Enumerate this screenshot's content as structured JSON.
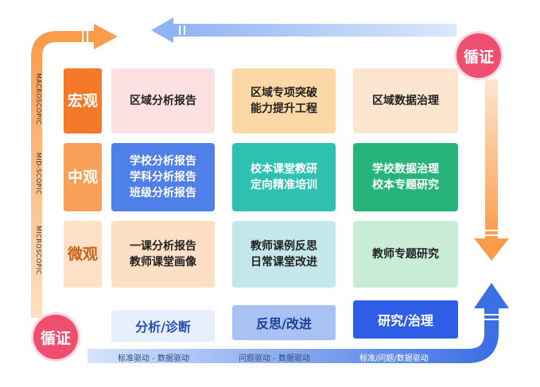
{
  "colors": {
    "orange": "#fb9b4b",
    "blue_light": "#bcd3f7",
    "blue_dark": "#3c6fe4",
    "badge": "#ef4f6e"
  },
  "badges": {
    "top_right": "循证",
    "bottom_left": "循证"
  },
  "side_labels": {
    "macro": "MACROSCOPIC",
    "mid": "MID-SCOPIC",
    "micro": "MICROSCOPIC"
  },
  "levels": [
    {
      "chars": [
        "宏",
        "观"
      ]
    },
    {
      "chars": [
        "中",
        "观"
      ]
    },
    {
      "chars": [
        "微",
        "观"
      ]
    }
  ],
  "grid": {
    "row1": [
      {
        "lines": [
          "区域分析报告"
        ]
      },
      {
        "lines": [
          "区域专项突破",
          "能力提升工程"
        ]
      },
      {
        "lines": [
          "区域数据治理"
        ]
      }
    ],
    "row2": [
      {
        "lines": [
          "学校分析报告",
          "学科分析报告",
          "班级分析报告"
        ]
      },
      {
        "lines": [
          "校本课堂教研",
          "定向精准培训"
        ]
      },
      {
        "lines": [
          "学校数据治理",
          "校本专题研究"
        ]
      }
    ],
    "row3": [
      {
        "lines": [
          "一课分析报告",
          "教师课堂画像"
        ]
      },
      {
        "lines": [
          "教师课例反思",
          "日常课堂改进"
        ]
      },
      {
        "lines": [
          "教师专题研究"
        ]
      }
    ]
  },
  "actions": [
    "分析/诊断",
    "反思/改进",
    "研究/治理"
  ],
  "bottom_labels": [
    "标准驱动 - 数据驱动",
    "问题驱动 - 数据驱动",
    "标准/问题/数据驱动"
  ]
}
